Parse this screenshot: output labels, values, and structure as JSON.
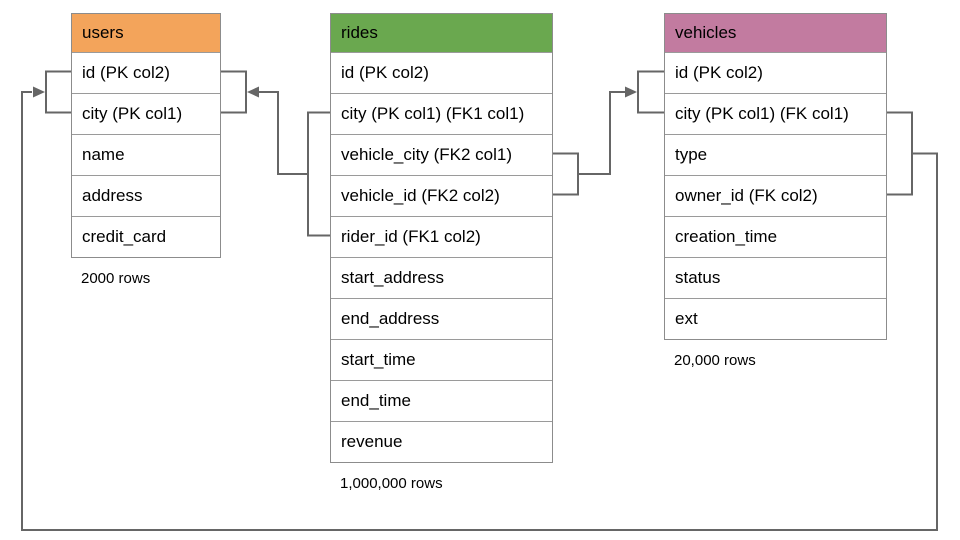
{
  "diagram": {
    "background": "#ffffff",
    "connector_color": "#666666",
    "table_border_color": "#8c8c8c",
    "tables": [
      {
        "id": "users",
        "title": "users",
        "header_color": "#F3A45B",
        "columns": [
          "id (PK col2)",
          "city (PK col1)",
          "name",
          "address",
          "credit_card"
        ],
        "row_count_label": "2000 rows"
      },
      {
        "id": "rides",
        "title": "rides",
        "header_color": "#6AA84F",
        "columns": [
          "id (PK col2)",
          "city (PK col1) (FK1 col1)",
          "vehicle_city (FK2 col1)",
          "vehicle_id (FK2 col2)",
          "rider_id (FK1 col2)",
          "start_address",
          "end_address",
          "start_time",
          "end_time",
          "revenue"
        ],
        "row_count_label": "1,000,000 rows"
      },
      {
        "id": "vehicles",
        "title": "vehicles",
        "header_color": "#C27BA0",
        "columns": [
          "id (PK col2)",
          "city (PK col1) (FK col1)",
          "type",
          "owner_id (FK col2)",
          "creation_time",
          "status",
          "ext"
        ],
        "row_count_label": "20,000 rows"
      }
    ],
    "relationships": [
      {
        "from_table": "rides",
        "from_columns": [
          "city (FK1 col1)",
          "rider_id (FK1 col2)"
        ],
        "to_table": "users",
        "to_columns": [
          "id (PK col2)",
          "city (PK col1)"
        ]
      },
      {
        "from_table": "rides",
        "from_columns": [
          "vehicle_city (FK2 col1)",
          "vehicle_id (FK2 col2)"
        ],
        "to_table": "vehicles",
        "to_columns": [
          "id (PK col2)",
          "city (PK col1)"
        ]
      },
      {
        "from_table": "vehicles",
        "from_columns": [
          "city (FK col1)",
          "owner_id (FK col2)"
        ],
        "to_table": "users",
        "to_columns": [
          "id (PK col2)",
          "city (PK col1)"
        ]
      }
    ]
  }
}
